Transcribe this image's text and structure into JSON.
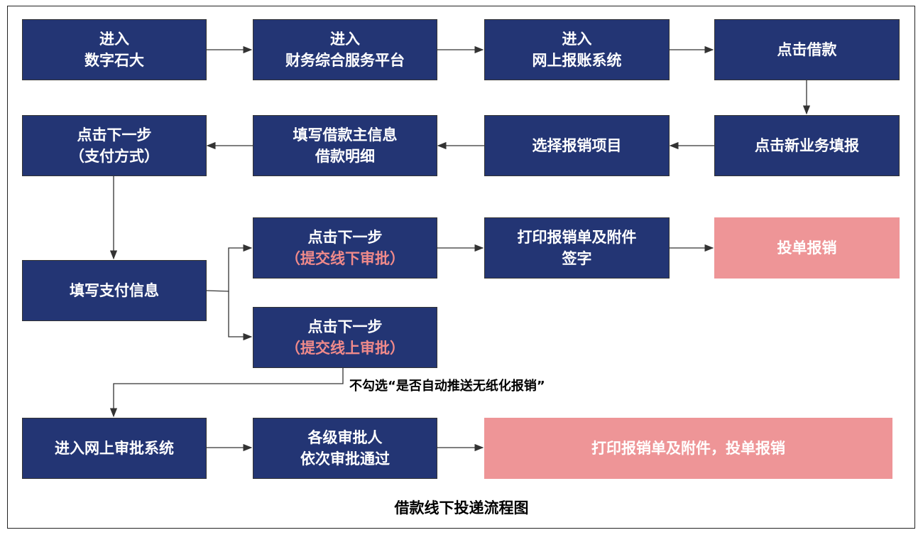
{
  "colors": {
    "box": "#233574",
    "highlight": "#ee9597",
    "highlight_text": "#f08a8a"
  },
  "nodes": {
    "n1": [
      "进入",
      "数字石大"
    ],
    "n2": [
      "进入",
      "财务综合服务平台"
    ],
    "n3": [
      "进入",
      "网上报账系统"
    ],
    "n4": [
      "点击借款"
    ],
    "n5": [
      "点击新业务填报"
    ],
    "n6": [
      "选择报销项目"
    ],
    "n7": [
      "填写借款主信息",
      "借款明细"
    ],
    "n8": [
      "点击下一步",
      "（支付方式）"
    ],
    "n9": [
      "填写支付信息"
    ],
    "n10": [
      "点击下一步",
      "（提交线下审批）"
    ],
    "n11": [
      "打印报销单及附件",
      "签字"
    ],
    "n12": [
      "投单报销"
    ],
    "n13": [
      "点击下一步",
      "（提交线上审批）"
    ],
    "n14": [
      "进入网上审批系统"
    ],
    "n15": [
      "各级审批人",
      "依次审批通过"
    ],
    "n16": [
      "打印报销单及附件，投单报销"
    ]
  },
  "edge_label": "不勾选“是否自动推送无纸化报销”",
  "title": "借款线下投递流程图"
}
